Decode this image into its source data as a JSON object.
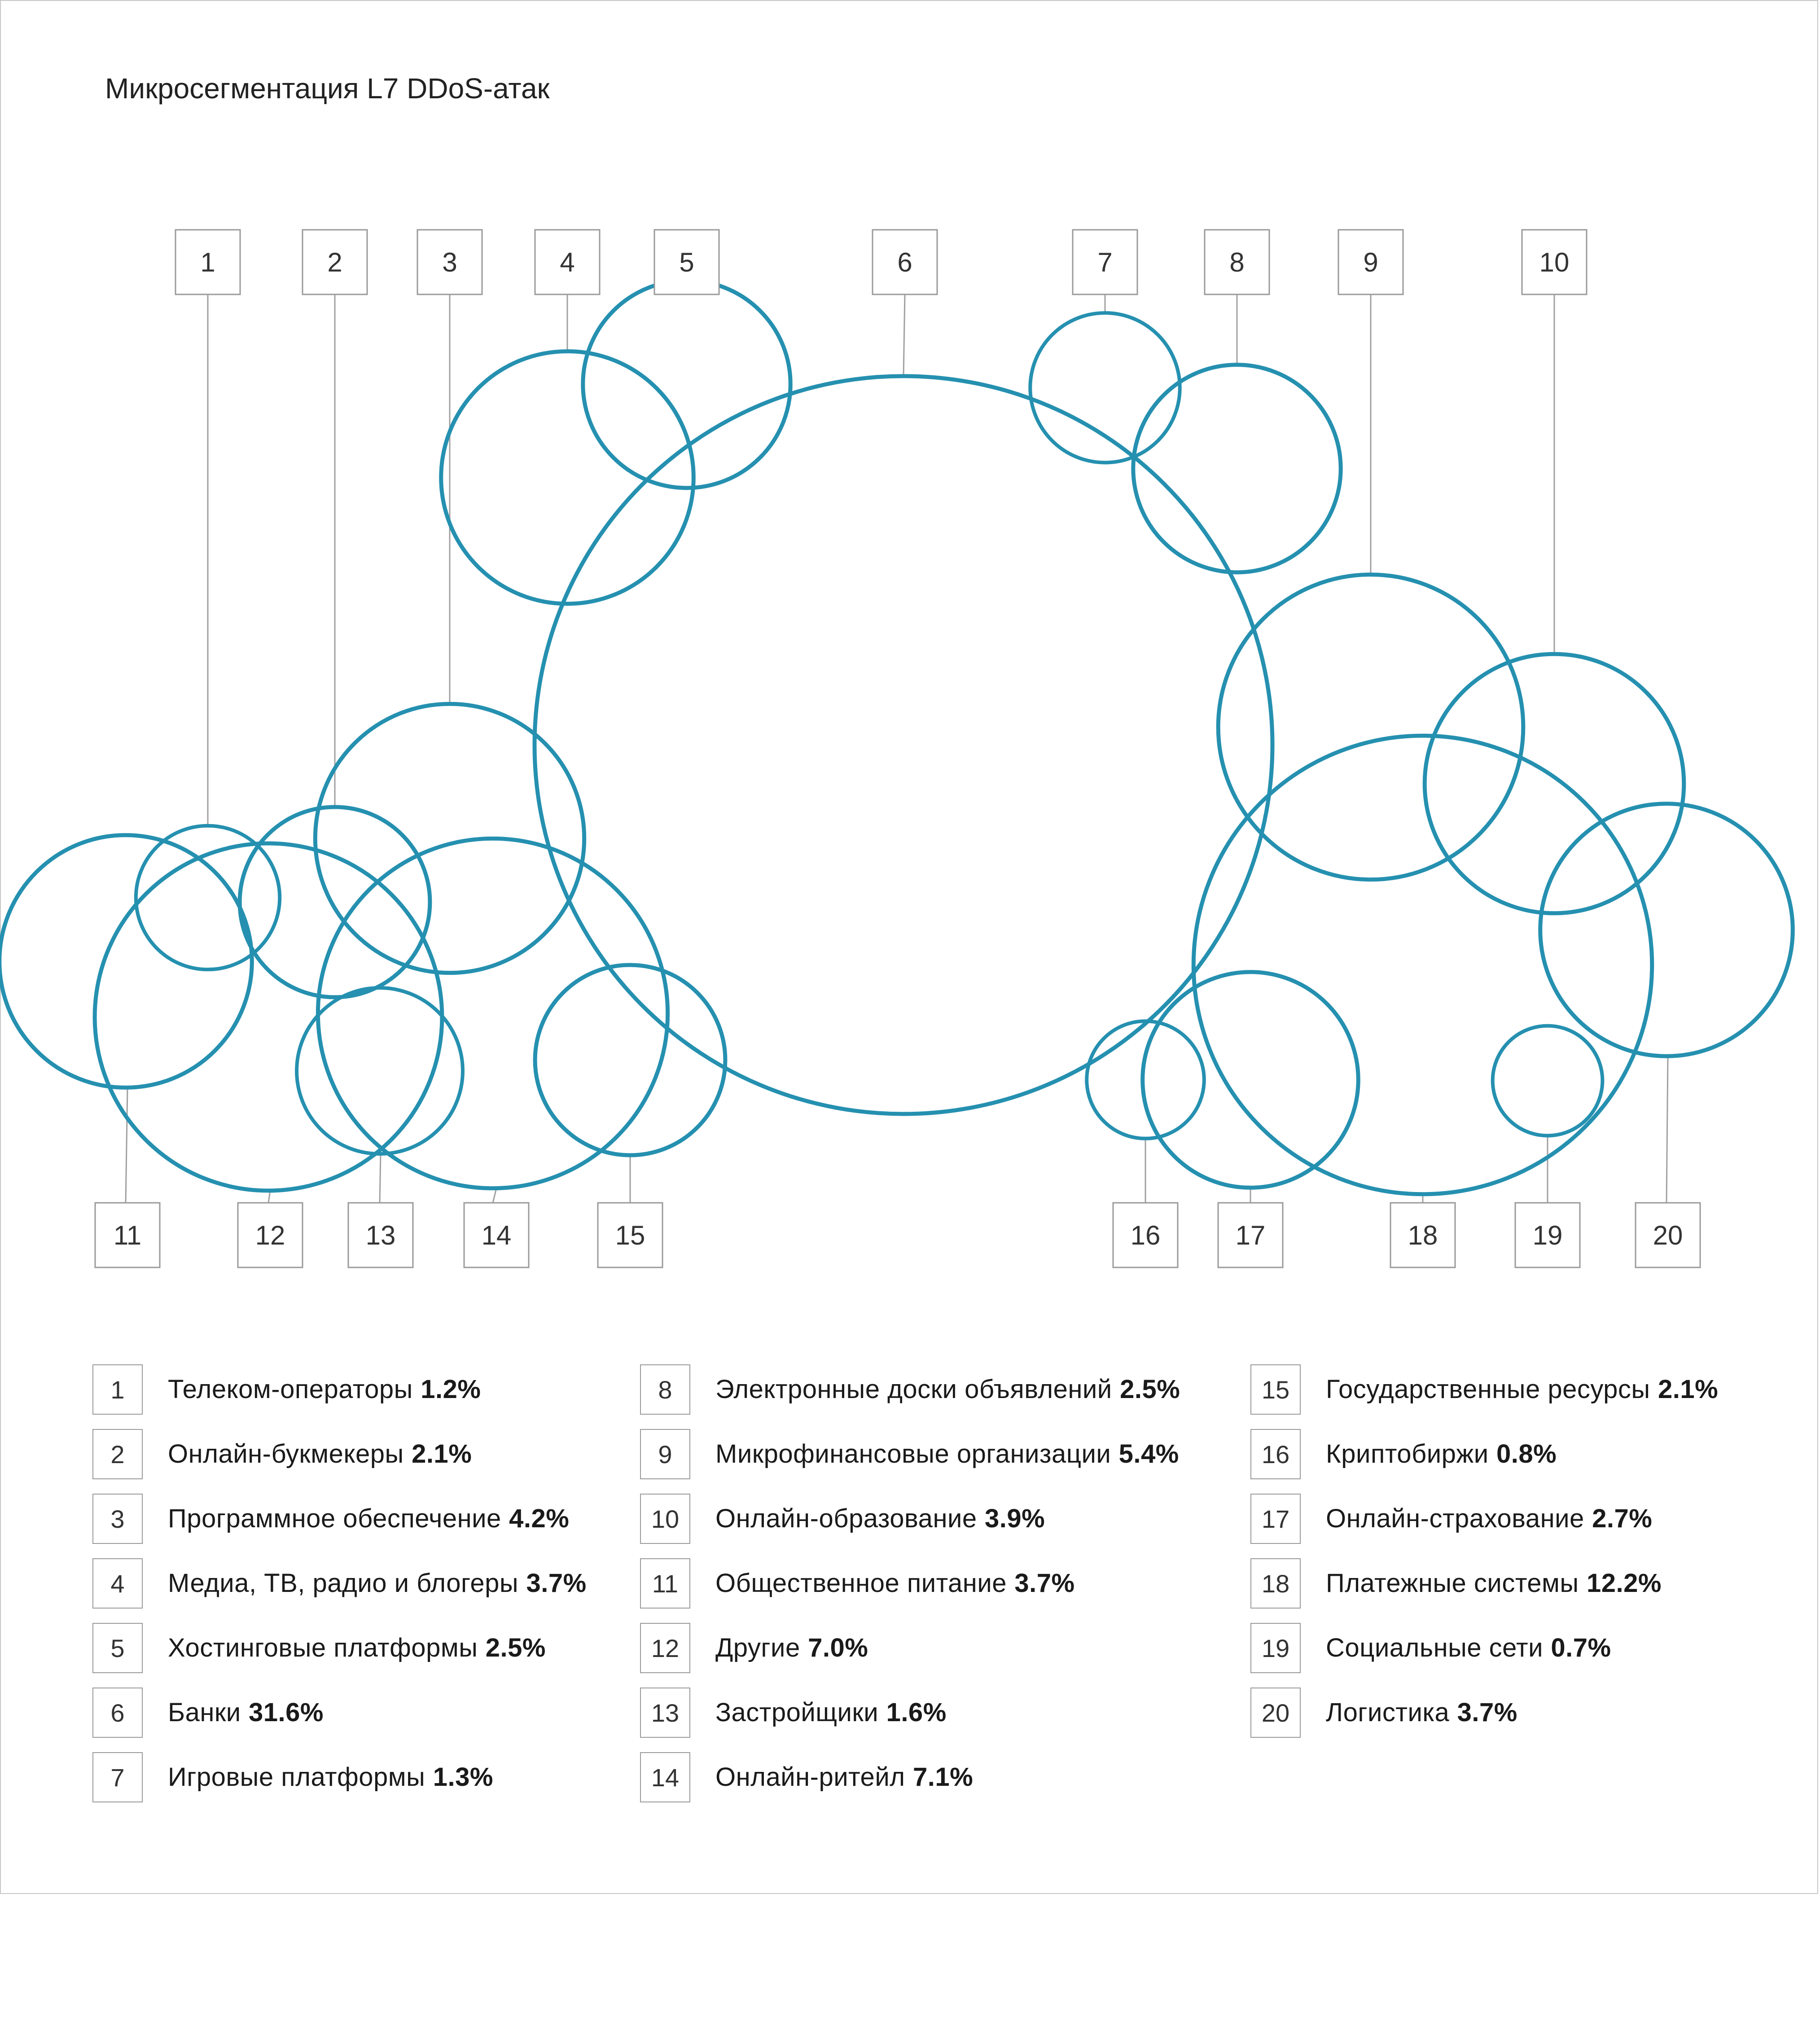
{
  "title": "Микросегментация L7 DDoS-атак",
  "colors": {
    "circle": "#2590b0",
    "leader": "#a0a0a0",
    "box_border": "#9a9a9a"
  },
  "chart_data": {
    "type": "bubble",
    "title": "Микросегментация L7 DDoS-атак",
    "unit": "%",
    "items": [
      {
        "id": "1",
        "label": "Телеком-операторы",
        "value": 1.2,
        "value_text": "1.2%"
      },
      {
        "id": "2",
        "label": "Онлайн-букмекеры",
        "value": 2.1,
        "value_text": "2.1%"
      },
      {
        "id": "3",
        "label": "Программное обеспечение",
        "value": 4.2,
        "value_text": "4.2%"
      },
      {
        "id": "4",
        "label": "Медиа, ТВ, радио и блогеры",
        "value": 3.7,
        "value_text": "3.7%"
      },
      {
        "id": "5",
        "label": "Хостинговые платформы",
        "value": 2.5,
        "value_text": "2.5%"
      },
      {
        "id": "6",
        "label": "Банки",
        "value": 31.6,
        "value_text": "31.6%"
      },
      {
        "id": "7",
        "label": "Игровые платформы",
        "value": 1.3,
        "value_text": "1.3%"
      },
      {
        "id": "8",
        "label": "Электронные доски объявлений",
        "value": 2.5,
        "value_text": "2.5%"
      },
      {
        "id": "9",
        "label": "Микрофинансовые организации",
        "value": 5.4,
        "value_text": "5.4%"
      },
      {
        "id": "10",
        "label": "Онлайн-образование",
        "value": 3.9,
        "value_text": "3.9%"
      },
      {
        "id": "11",
        "label": "Общественное питание",
        "value": 3.7,
        "value_text": "3.7%"
      },
      {
        "id": "12",
        "label": "Другие",
        "value": 7.0,
        "value_text": "7.0%"
      },
      {
        "id": "13",
        "label": "Застройщики",
        "value": 1.6,
        "value_text": "1.6%"
      },
      {
        "id": "14",
        "label": "Онлайн-ритейл",
        "value": 7.1,
        "value_text": "7.1%"
      },
      {
        "id": "15",
        "label": "Государственные ресурсы",
        "value": 2.1,
        "value_text": "2.1%"
      },
      {
        "id": "16",
        "label": "Криптобиржи",
        "value": 0.8,
        "value_text": "0.8%"
      },
      {
        "id": "17",
        "label": "Онлайн-страхование",
        "value": 2.7,
        "value_text": "2.7%"
      },
      {
        "id": "18",
        "label": "Платежные системы",
        "value": 12.2,
        "value_text": "12.2%"
      },
      {
        "id": "19",
        "label": "Социальные сети",
        "value": 0.7,
        "value_text": "0.7%"
      },
      {
        "id": "20",
        "label": "Логистика",
        "value": 3.7,
        "value_text": "3.7%"
      }
    ]
  }
}
